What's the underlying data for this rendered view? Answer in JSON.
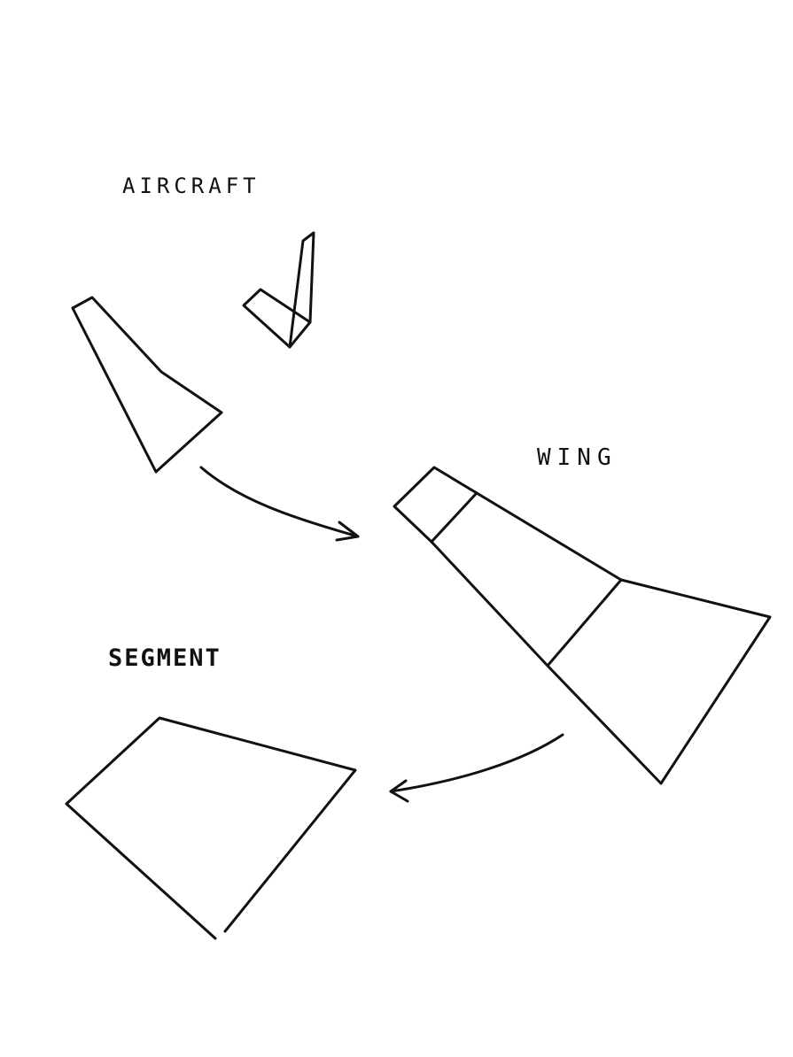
{
  "labels": {
    "aircraft": "AIRCRAFT",
    "wing": "WING",
    "segment": "SEGMENT"
  },
  "colors": {
    "ink": "#111111",
    "paper": "#ffffff"
  },
  "icons": {
    "aircraft_flow_arrow": "arrow-right-curved",
    "wing_flow_arrow": "arrow-left-curved"
  }
}
